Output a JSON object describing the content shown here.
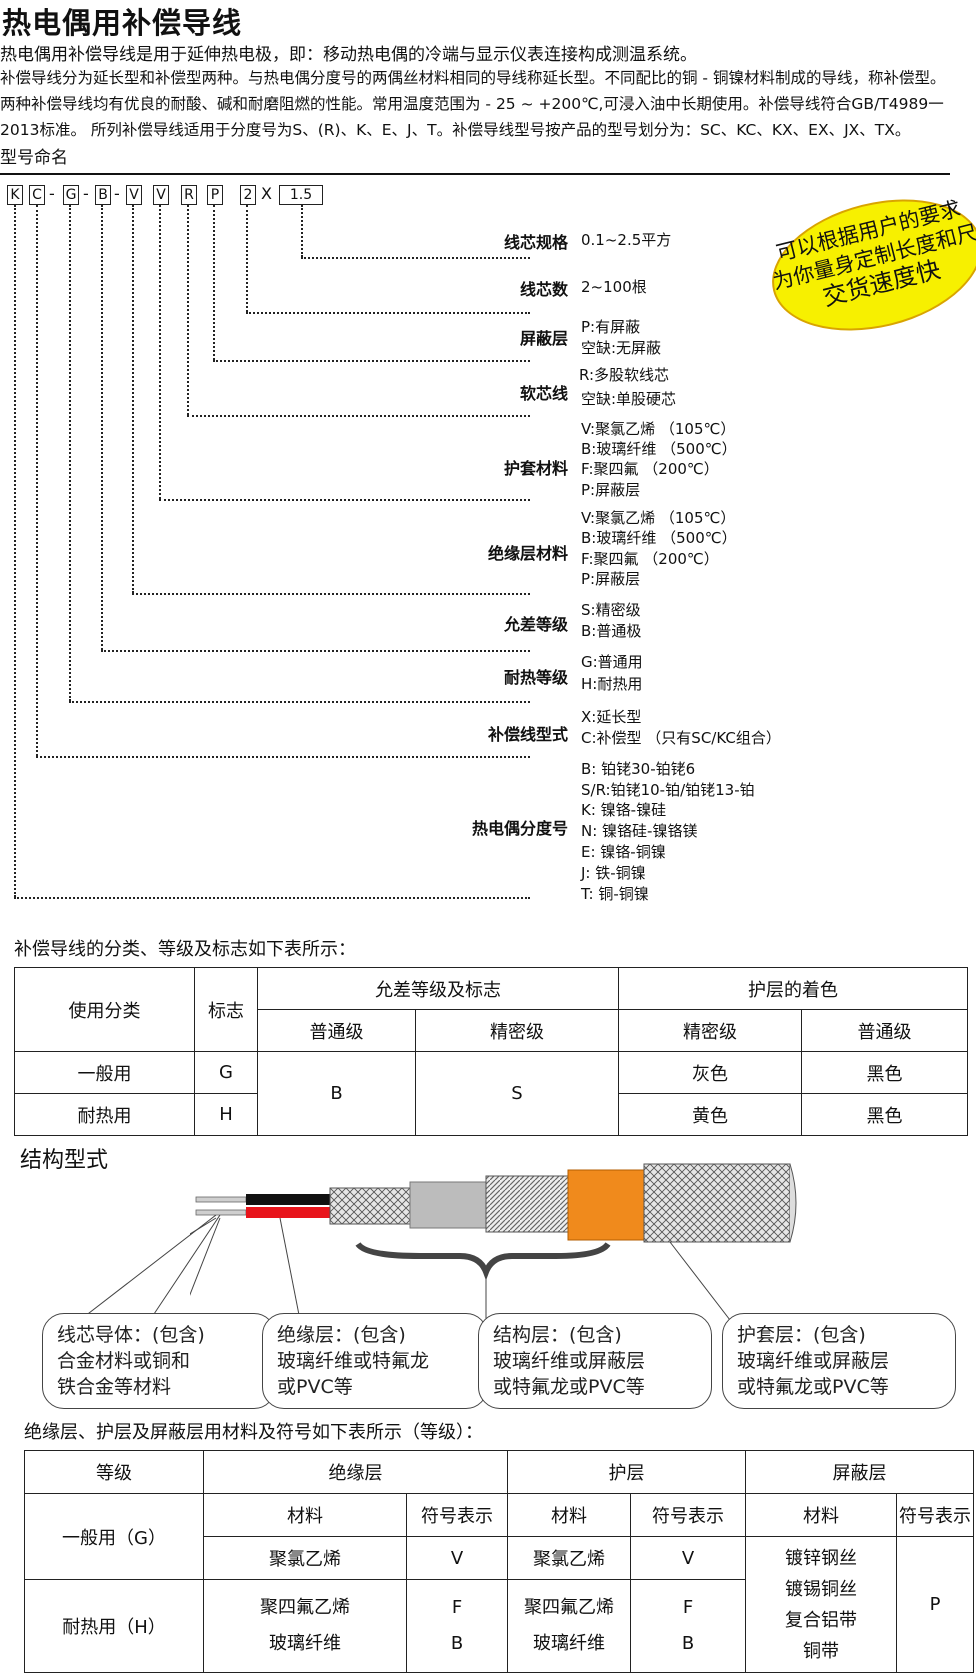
{
  "title": "热电偶用补偿导线",
  "intro": [
    "热电偶用补偿导线是用于延伸热电极，即：移动热电偶的冷端与显示仪表连接构成测温系统。",
    "补偿导线分为延长型和补偿型两种。与热电偶分度号的两偶丝材料相同的导线称延长型。不同配比的铜 - 铜镍材料制成的导线，称补偿型。",
    "两种补偿导线均有优良的耐酸、碱和耐磨阻燃的性能。常用温度范围为 - 25 ~ +200℃,可浸入油中长期使用。补偿导线符合GB/T4989一",
    "2013标准。  所列补偿导线适用于分度号为S、(R)、K、E、J、T。补偿导线型号按产品的型号划分为：SC、KC、KX、EX、JX、TX。",
    "型号命名"
  ],
  "code": {
    "letters": [
      "K",
      "C",
      "G",
      "B",
      "V",
      "V",
      "R",
      "P",
      "2",
      "1.5"
    ],
    "dash": "-",
    "times": "X"
  },
  "badge": [
    "可以根据用户的要求",
    "为你量身定制长度和尺寸",
    "交货速度快"
  ],
  "naming": [
    {
      "label": "线芯规格",
      "values": [
        "0.1~2.5平方"
      ]
    },
    {
      "label": "线芯数",
      "values": [
        "2~100根"
      ]
    },
    {
      "label": "屏蔽层",
      "values": [
        "P:有屏蔽",
        "空缺:无屏蔽"
      ]
    },
    {
      "label": "软芯线",
      "values": [
        "R:多股软线芯",
        "空缺:单股硬芯"
      ]
    },
    {
      "label": "护套材料",
      "values": [
        "V:聚氯乙烯 （105℃）",
        "B:玻璃纤维 （500℃）",
        "F:聚四氟  （200℃）",
        "P:屏蔽层"
      ]
    },
    {
      "label": "绝缘层材料",
      "values": [
        "V:聚氯乙烯 （105℃）",
        "B:玻璃纤维 （500℃）",
        "F:聚四氟  （200℃）",
        "P:屏蔽层"
      ]
    },
    {
      "label": "允差等级",
      "values": [
        "S:精密级",
        "B:普通极"
      ]
    },
    {
      "label": "耐热等级",
      "values": [
        "G:普通用",
        "H:耐热用"
      ]
    },
    {
      "label": "补偿线型式",
      "values": [
        "X:延长型",
        "C:补偿型  （只有SC/KC组合）"
      ]
    },
    {
      "label": "热电偶分度号",
      "values": [
        "B: 铂铑30-铂铑6",
        "S/R:铂铑10-铂/铂铑13-铂",
        "K: 镍铬-镍硅",
        "N: 镍铬硅-镍铬镁",
        "E: 镍铬-铜镍",
        "J: 铁-铜镍",
        "T: 铜-铜镍"
      ]
    }
  ],
  "table1": {
    "caption": "补偿导线的分类、等级及标志如下表所示：",
    "h_use": "使用分类",
    "h_mark": "标志",
    "h_tol": "允差等级及标志",
    "h_color": "护层的着色",
    "sub": [
      "普通级",
      "精密级",
      "精密级",
      "普通级"
    ],
    "rows": [
      {
        "use": "一般用",
        "mark": "G",
        "c1": "灰色",
        "c2": "黑色"
      },
      {
        "use": "耐热用",
        "mark": "H",
        "c1": "黄色",
        "c2": "黑色"
      }
    ],
    "tol_normal": "B",
    "tol_precise": "S"
  },
  "structure": {
    "title": "结构型式",
    "callouts": [
      [
        "线芯导体：(包含)",
        "合金材料或铜和",
        "铁合金等材料"
      ],
      [
        "绝缘层：(包含)",
        "玻璃纤维或特氟龙",
        "或PVC等"
      ],
      [
        "结构层：(包含)",
        "玻璃纤维或屏蔽层",
        "或特氟龙或PVC等"
      ],
      [
        "护套层：(包含)",
        "玻璃纤维或屏蔽层",
        "或特氟龙或PVC等"
      ]
    ]
  },
  "table2": {
    "caption": "绝缘层、护层及屏蔽层用材料及符号如下表所示（等级）：",
    "h_grade": "等级",
    "h_ins": "绝缘层",
    "h_jacket": "护层",
    "h_shield": "屏蔽层",
    "h_material": "材料",
    "h_symbol": "符号表示",
    "general": "一般用（G）",
    "heat": "耐热用（H）",
    "ins_g": "聚氯乙烯",
    "ins_g_sym": "V",
    "ins_h": [
      "聚四氟乙烯",
      "玻璃纤维"
    ],
    "ins_h_sym": [
      "F",
      "B"
    ],
    "jk_g": "聚氯乙烯",
    "jk_g_sym": "V",
    "jk_h": [
      "聚四氟乙烯",
      "玻璃纤维"
    ],
    "jk_h_sym": [
      "F",
      "B"
    ],
    "shield": [
      "镀锌钢丝",
      "镀锡铜丝",
      "复合铝带",
      "铜带"
    ],
    "shield_sym": "P"
  },
  "colors": {
    "badge": "#f7f000",
    "insulation_red": "#e8141b",
    "jacket_orange": "#f08a1c"
  }
}
